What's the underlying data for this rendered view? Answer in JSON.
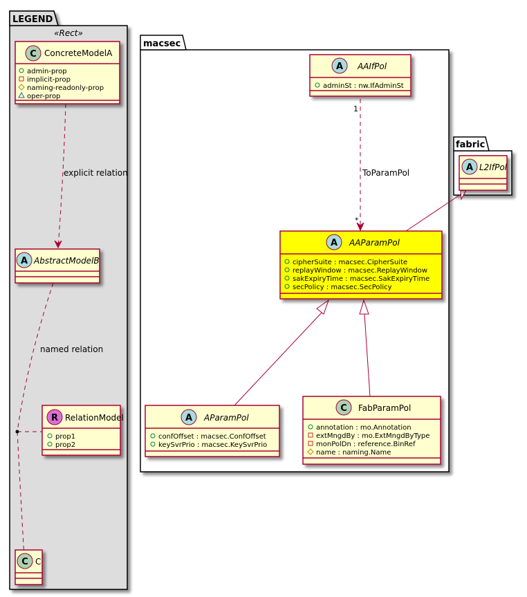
{
  "packages": {
    "legend": {
      "name": "LEGEND",
      "stereotype": "«Rect»",
      "fill": "#dddddd"
    },
    "macsec": {
      "name": "macsec",
      "fill": "#ffffff"
    },
    "fabric": {
      "name": "fabric",
      "fill": "#ffffff"
    }
  },
  "colors": {
    "class_fill": "#fefece",
    "highlight_fill": "#ffff00",
    "border": "#a80036",
    "circle_class": "#add1b2",
    "circle_abstract": "#a9dcdf",
    "circle_relation": "#da70d6",
    "visibility_public": "#038048",
    "visibility_private": "#c82930",
    "visibility_protected": "#b38d22",
    "visibility_package": "#1963a0"
  },
  "classes": {
    "concreteModelA": {
      "name": "ConcreteModelA",
      "kind": "C",
      "attrs": [
        {
          "vis": "public",
          "text": "admin-prop"
        },
        {
          "vis": "private",
          "text": "implicit-prop"
        },
        {
          "vis": "protected",
          "text": "naming-readonly-prop"
        },
        {
          "vis": "package",
          "text": "oper-prop"
        }
      ]
    },
    "abstractModelB": {
      "name": "AbstractModelB",
      "kind": "A",
      "attrs": []
    },
    "relationModel": {
      "name": "RelationModel",
      "kind": "R",
      "attrs": [
        {
          "vis": "public",
          "text": "prop1"
        },
        {
          "vis": "public",
          "text": "prop2"
        }
      ]
    },
    "c": {
      "name": "C",
      "kind": "C",
      "attrs": []
    },
    "aaIfPol": {
      "name": "AAIfPol",
      "kind": "A",
      "attrs": [
        {
          "vis": "public",
          "text": "adminSt : nw.IfAdminSt"
        }
      ]
    },
    "l2IfPol": {
      "name": "L2IfPol",
      "kind": "A",
      "attrs": []
    },
    "aaParamPol": {
      "name": "AAParamPol",
      "kind": "A",
      "attrs": [
        {
          "vis": "public",
          "text": "cipherSuite : macsec.CipherSuite"
        },
        {
          "vis": "public",
          "text": "replayWindow : macsec.ReplayWindow"
        },
        {
          "vis": "public",
          "text": "sakExpiryTime : macsec.SakExpiryTime"
        },
        {
          "vis": "public",
          "text": "secPolicy : macsec.SecPolicy"
        }
      ]
    },
    "aParamPol": {
      "name": "AParamPol",
      "kind": "A",
      "attrs": [
        {
          "vis": "public",
          "text": "confOffset : macsec.ConfOffset"
        },
        {
          "vis": "public",
          "text": "keySvrPrio : macsec.KeySvrPrio"
        }
      ]
    },
    "fabParamPol": {
      "name": "FabParamPol",
      "kind": "C",
      "attrs": [
        {
          "vis": "public",
          "text": "annotation : mo.Annotation"
        },
        {
          "vis": "private",
          "text": "extMngdBy : mo.ExtMngdByType"
        },
        {
          "vis": "private",
          "text": "monPolDn : reference.BinRef"
        },
        {
          "vis": "protected",
          "text": "name : naming.Name"
        }
      ]
    }
  },
  "relations": {
    "explicit": {
      "label": "explicit relation"
    },
    "named": {
      "label": "named relation"
    },
    "toParamPol": {
      "label": "ToParamPol",
      "source_mult": "1",
      "target_mult": "*"
    }
  }
}
